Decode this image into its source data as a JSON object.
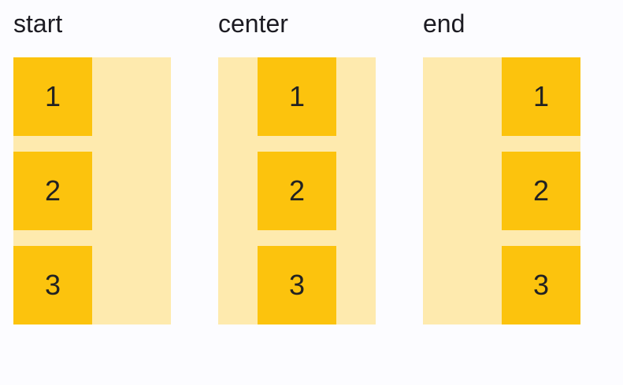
{
  "page": {
    "background": "#FCFCFF"
  },
  "colors": {
    "item": "#FCC30D",
    "container": "#FEEAAE",
    "label_text": "#1C1B22",
    "item_text": "#222222"
  },
  "groups": [
    {
      "label": "start",
      "alignment": "start",
      "items": [
        "1",
        "2",
        "3"
      ]
    },
    {
      "label": "center",
      "alignment": "center",
      "items": [
        "1",
        "2",
        "3"
      ]
    },
    {
      "label": "end",
      "alignment": "end",
      "items": [
        "1",
        "2",
        "3"
      ]
    }
  ]
}
